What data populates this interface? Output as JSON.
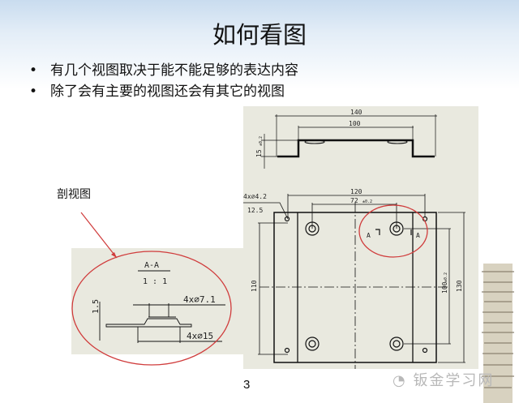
{
  "slide": {
    "title": "如何看图",
    "page_number": "3",
    "bullets": [
      "有几个视图取决于能不能足够的表达内容",
      "除了会有主要的视图还会有其它的视图"
    ],
    "bullet_symbol": "•"
  },
  "callout": {
    "label": "剖视图"
  },
  "drawing": {
    "front_view": {
      "dim_overall": "140",
      "dim_inner": "100",
      "dim_height": "15",
      "dim_height_tol": "±0.2"
    },
    "top_view": {
      "dim_width": "120",
      "dim_hole_spacing": "72",
      "dim_hole_spacing_tol": "±0.2",
      "dim_height": "130",
      "dim_inner_height": "100",
      "dim_inner_height_tol": "±0.2",
      "dim_left_height": "110",
      "hole_note": "4x⌀4.2",
      "roughness": "12.5",
      "section_mark": "A"
    },
    "section_view": {
      "title": "A-A",
      "scale": "1 : 1",
      "hole_small": "4x⌀7.1",
      "hole_large": "4x⌀15",
      "thickness": "1.5"
    }
  },
  "watermark": {
    "text": "钣金学习网"
  },
  "colors": {
    "panel": "#e9e9df",
    "highlight": "#d03c3c",
    "background_top": "#c9dcef"
  }
}
